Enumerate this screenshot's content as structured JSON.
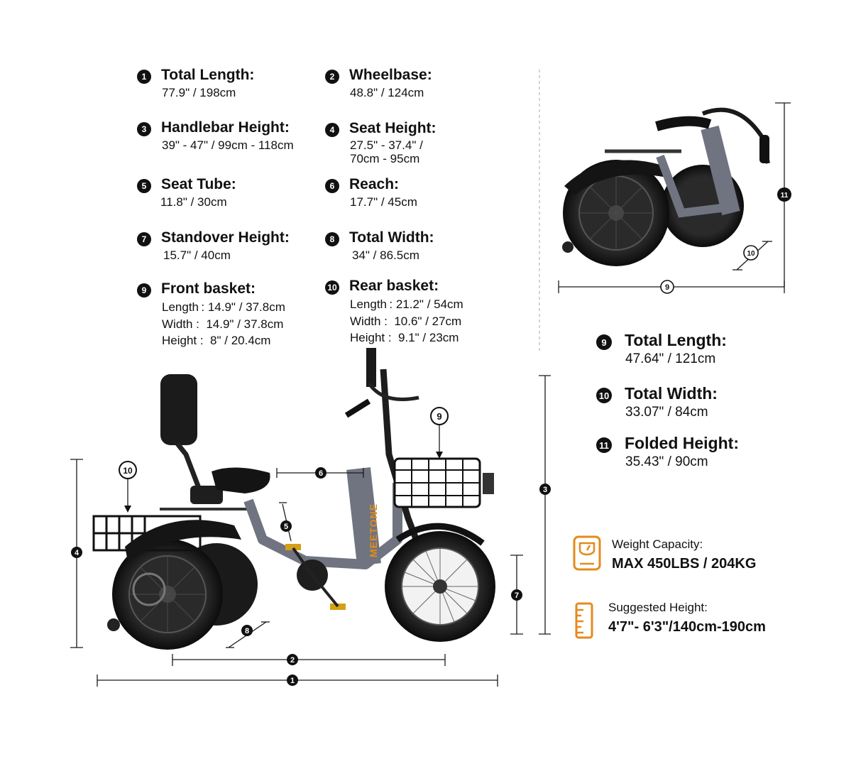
{
  "specs": [
    {
      "n": "1",
      "label": "Total Length:",
      "value": "77.9\" / 198cm"
    },
    {
      "n": "2",
      "label": "Wheelbase:",
      "value": "48.8\" / 124cm"
    },
    {
      "n": "3",
      "label": "Handlebar Height:",
      "value": "39\" - 47\" / 99cm - 118cm"
    },
    {
      "n": "4",
      "label": "Seat Height:",
      "value": "27.5\" - 37.4\" /\n70cm - 95cm"
    },
    {
      "n": "5",
      "label": "Seat Tube:",
      "value": "11.8\" / 30cm"
    },
    {
      "n": "6",
      "label": "Reach:",
      "value": "17.7\" / 45cm"
    },
    {
      "n": "7",
      "label": "Standover Height:",
      "value": "15.7\" / 40cm"
    },
    {
      "n": "8",
      "label": "Total Width:",
      "value": "34\" / 86.5cm"
    },
    {
      "n": "9",
      "label": "Front basket:",
      "value": "Length : 14.9\" / 37.8cm\nWidth :  14.9\" / 37.8cm\nHeight :  8\" / 20.4cm"
    },
    {
      "n": "10",
      "label": "Rear basket:",
      "value": "Length : 21.2\" / 54cm\nWidth :  10.6\" / 27cm\nHeight :  9.1\" / 23cm"
    }
  ],
  "folded_specs": [
    {
      "n": "9",
      "label": "Total Length:",
      "value": "47.64\" / 121cm"
    },
    {
      "n": "10",
      "label": "Total Width:",
      "value": "33.07\" / 84cm"
    },
    {
      "n": "11",
      "label": "Folded Height:",
      "value": "35.43\" / 90cm"
    }
  ],
  "weight": {
    "label": "Weight Capacity:",
    "value": "MAX 450LBS / 204KG",
    "icon": "scale-icon"
  },
  "height": {
    "label": "Suggested Height:",
    "value": "4'7\"- 6'3\"/140cm-190cm",
    "icon": "ruler-icon"
  },
  "brand": "MEETONE",
  "markers": {
    "m1": "1",
    "m2": "2",
    "m3": "3",
    "m4": "4",
    "m5": "5",
    "m6": "6",
    "m7": "7",
    "m8": "8",
    "m9": "9",
    "m10": "10",
    "f9": "9",
    "f10": "10",
    "f11": "11"
  },
  "colors": {
    "accent": "#e38b1c",
    "frame": "#6f7480",
    "ink": "#111111"
  }
}
